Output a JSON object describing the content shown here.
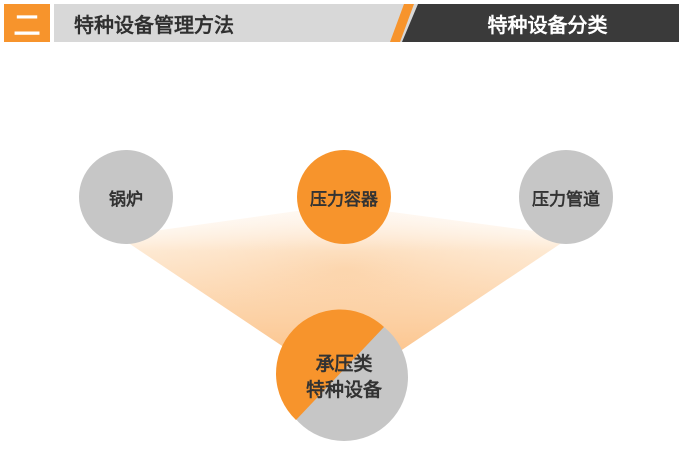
{
  "header": {
    "number": "二",
    "title": "特种设备管理方法",
    "subtitle": "特种设备分类",
    "colors": {
      "accent": "#f7942c",
      "bar": "#d8d8d8",
      "dark": "#3a3a3a"
    }
  },
  "diagram": {
    "nodes": [
      {
        "id": "boiler",
        "label": "锅炉",
        "color": "#c6c6c6"
      },
      {
        "id": "pressure-vessel",
        "label": "压力容器",
        "color": "#f7942c"
      },
      {
        "id": "pressure-pipe",
        "label": "压力管道",
        "color": "#c6c6c6"
      }
    ],
    "center": {
      "line1": "承压类",
      "line2": "特种设备",
      "colors": [
        "#f7942c",
        "#c6c6c6"
      ]
    },
    "fan_color": "#fbb26a"
  }
}
